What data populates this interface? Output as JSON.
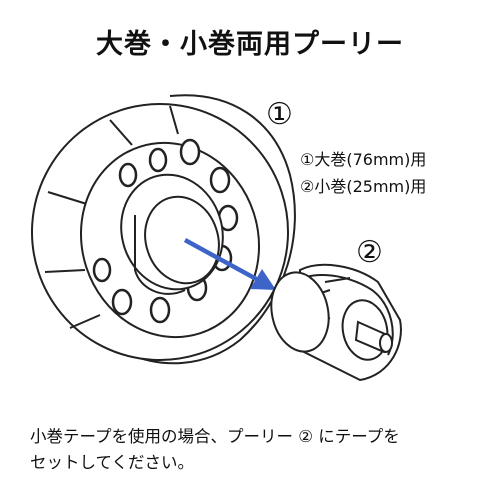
{
  "title": "大巻・小巻両用プーリー",
  "marker_1": "①",
  "marker_2": "②",
  "legend": [
    "①大巻(76mm)用",
    "②小巻(25mm)用"
  ],
  "caption": [
    "小巻テープを使用の場合、プーリー ② にテープを",
    "セットしてください。"
  ],
  "colors": {
    "arrow": "#3d64c8",
    "line": "#222222",
    "fill": "#ffffff"
  }
}
